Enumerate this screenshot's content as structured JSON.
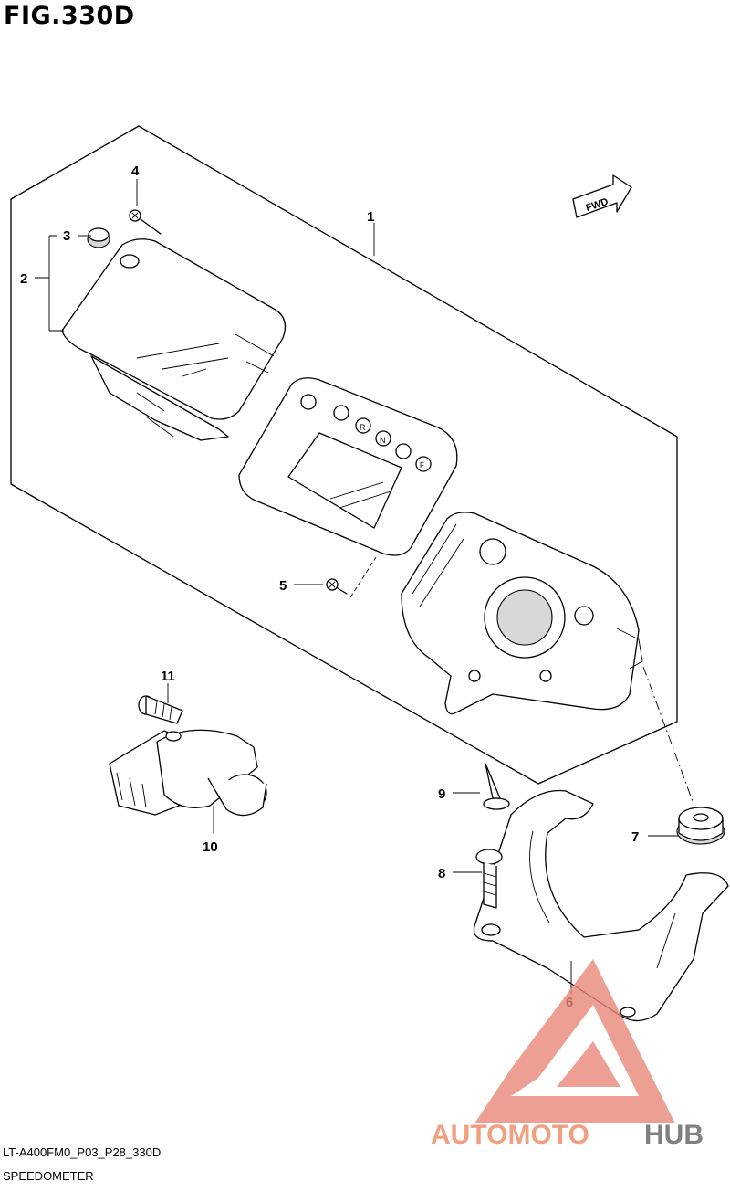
{
  "figure": {
    "title": "FIG.330D",
    "code": "LT-A400FM0_P03_P28_330D",
    "name": "SPEEDOMETER"
  },
  "direction_marker": {
    "label": "FWD",
    "icon": "fwd-arrow-icon"
  },
  "callouts": [
    "1",
    "2",
    "3",
    "4",
    "5",
    "6",
    "7",
    "8",
    "9",
    "10",
    "11"
  ],
  "indicator_symbols": [
    "R",
    "N",
    "F"
  ],
  "watermark": {
    "text_part1": "AUTOMOTO",
    "text_part2": "HUB",
    "color_primary": "#f0a080",
    "color_secondary": "#808080",
    "logo_color": "#e88878"
  }
}
